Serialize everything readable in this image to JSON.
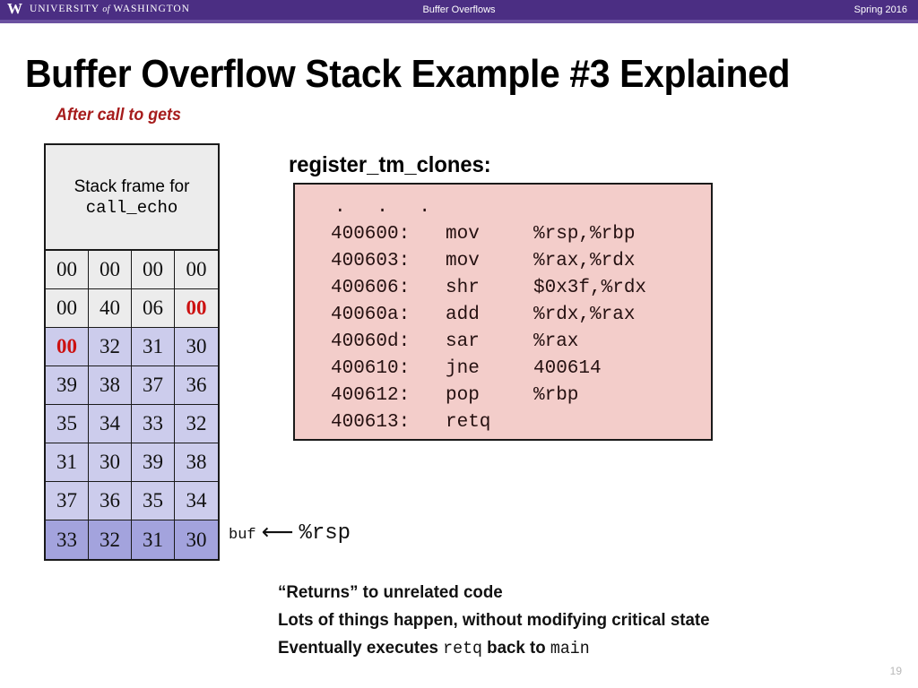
{
  "header": {
    "logo_w": "W",
    "wordmark_pre": "UNIVERSITY",
    "wordmark_of": "of",
    "wordmark_post": "WASHINGTON",
    "center_title": "Buffer Overflows",
    "term": "Spring 2016",
    "bar_color": "#4b2e83"
  },
  "slide": {
    "title": "Buffer Overflow Stack Example #3 Explained",
    "subtitle": "After call to gets",
    "subtitle_color": "#a61c1c",
    "number": "19"
  },
  "stack": {
    "frame_line1": "Stack frame for",
    "frame_line2": "call_echo",
    "rows": [
      {
        "style": "row-gray",
        "cells": [
          {
            "v": "00",
            "hl": false
          },
          {
            "v": "00",
            "hl": false
          },
          {
            "v": "00",
            "hl": false
          },
          {
            "v": "00",
            "hl": false
          }
        ]
      },
      {
        "style": "row-gray",
        "cells": [
          {
            "v": "00",
            "hl": false
          },
          {
            "v": "40",
            "hl": false
          },
          {
            "v": "06",
            "hl": false
          },
          {
            "v": "00",
            "hl": true
          }
        ]
      },
      {
        "style": "row-lav",
        "cells": [
          {
            "v": "00",
            "hl": true
          },
          {
            "v": "32",
            "hl": false
          },
          {
            "v": "31",
            "hl": false
          },
          {
            "v": "30",
            "hl": false
          }
        ]
      },
      {
        "style": "row-lav",
        "cells": [
          {
            "v": "39",
            "hl": false
          },
          {
            "v": "38",
            "hl": false
          },
          {
            "v": "37",
            "hl": false
          },
          {
            "v": "36",
            "hl": false
          }
        ]
      },
      {
        "style": "row-lav",
        "cells": [
          {
            "v": "35",
            "hl": false
          },
          {
            "v": "34",
            "hl": false
          },
          {
            "v": "33",
            "hl": false
          },
          {
            "v": "32",
            "hl": false
          }
        ]
      },
      {
        "style": "row-lav",
        "cells": [
          {
            "v": "31",
            "hl": false
          },
          {
            "v": "30",
            "hl": false
          },
          {
            "v": "39",
            "hl": false
          },
          {
            "v": "38",
            "hl": false
          }
        ]
      },
      {
        "style": "row-lav",
        "cells": [
          {
            "v": "37",
            "hl": false
          },
          {
            "v": "36",
            "hl": false
          },
          {
            "v": "35",
            "hl": false
          },
          {
            "v": "34",
            "hl": false
          }
        ]
      },
      {
        "style": "row-dark",
        "cells": [
          {
            "v": "33",
            "hl": false
          },
          {
            "v": "32",
            "hl": false
          },
          {
            "v": "31",
            "hl": false
          },
          {
            "v": "30",
            "hl": false
          }
        ]
      }
    ],
    "colors": {
      "gray": "#ececec",
      "lavender": "#ccccec",
      "dark_lavender": "#a3a3dd",
      "highlight_text": "#cc1111"
    }
  },
  "buf_pointer": {
    "label": "buf",
    "arrow": "⟵",
    "register": "%rsp"
  },
  "code": {
    "heading": "register_tm_clones:",
    "background": "#f3cdca",
    "ellipsis": ". . .",
    "lines": [
      {
        "addr": "400600:",
        "op": "mov",
        "args": "%rsp,%rbp"
      },
      {
        "addr": "400603:",
        "op": "mov",
        "args": "%rax,%rdx"
      },
      {
        "addr": "400606:",
        "op": "shr",
        "args": "$0x3f,%rdx"
      },
      {
        "addr": "40060a:",
        "op": "add",
        "args": "%rdx,%rax"
      },
      {
        "addr": "40060d:",
        "op": "sar",
        "args": "%rax"
      },
      {
        "addr": "400610:",
        "op": "jne",
        "args": "400614"
      },
      {
        "addr": "400612:",
        "op": "pop",
        "args": "%rbp"
      },
      {
        "addr": "400613:",
        "op": "retq",
        "args": ""
      }
    ]
  },
  "notes": {
    "line1": "“Returns” to unrelated code",
    "line2": "Lots of things happen, without modifying critical state",
    "line3_pre": "Eventually executes ",
    "line3_mono1": "retq",
    "line3_mid": " back to ",
    "line3_mono2": "main"
  }
}
